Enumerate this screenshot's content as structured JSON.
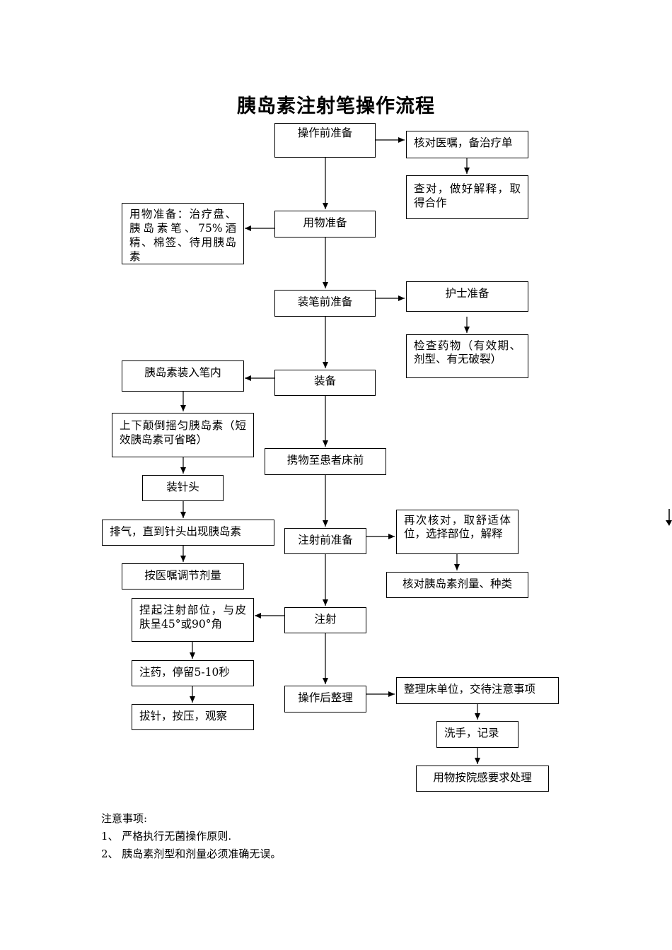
{
  "title": "胰岛素注射笔操作流程",
  "flow": {
    "pre_op_prep": "操作前准备",
    "verify_orders": "核对医嘱，备治疗单",
    "check_explain": "查对，做好解释，取得合作",
    "supplies_prep": "用物准备",
    "supplies_list": "用物准备：治疗盘、胰岛素笔、75%酒精、棉签、待用胰岛素",
    "pen_load_prep": "装笔前准备",
    "nurse_prep": "护士准备",
    "check_drug": "检查药物（有效期、剂型、有无破裂）",
    "assemble": "装备",
    "insulin_into_pen": "胰岛素装入笔内",
    "invert_mix": "上下颠倒摇匀胰岛素（短效胰岛素可省略）",
    "attach_needle": "装针头",
    "prime": "排气，直到针头出现胰岛素",
    "adjust_dose": "按医嘱调节剂量",
    "to_bedside": "携物至患者床前",
    "pre_injection_prep": "注射前准备",
    "recheck_position": "再次核对，取舒适体位，选择部位，解释",
    "verify_dose_type": "核对胰岛素剂量、种类",
    "inject": "注射",
    "pinch_skin": "捏起注射部位，与皮肤呈45°或90°角",
    "inject_hold": "注药，停留5-10秒",
    "withdraw": "拔针，按压，观察",
    "post_op": "操作后整理",
    "tidy_bed": "整理床单位，交待注意事项",
    "wash_record": "洗手，记录",
    "dispose": "用物按院感要求处理"
  },
  "notes": {
    "heading": "注意事项:",
    "items": [
      "1、 严格执行无菌操作原则.",
      "2、 胰岛素剂型和剂量必须准确无误。"
    ]
  }
}
